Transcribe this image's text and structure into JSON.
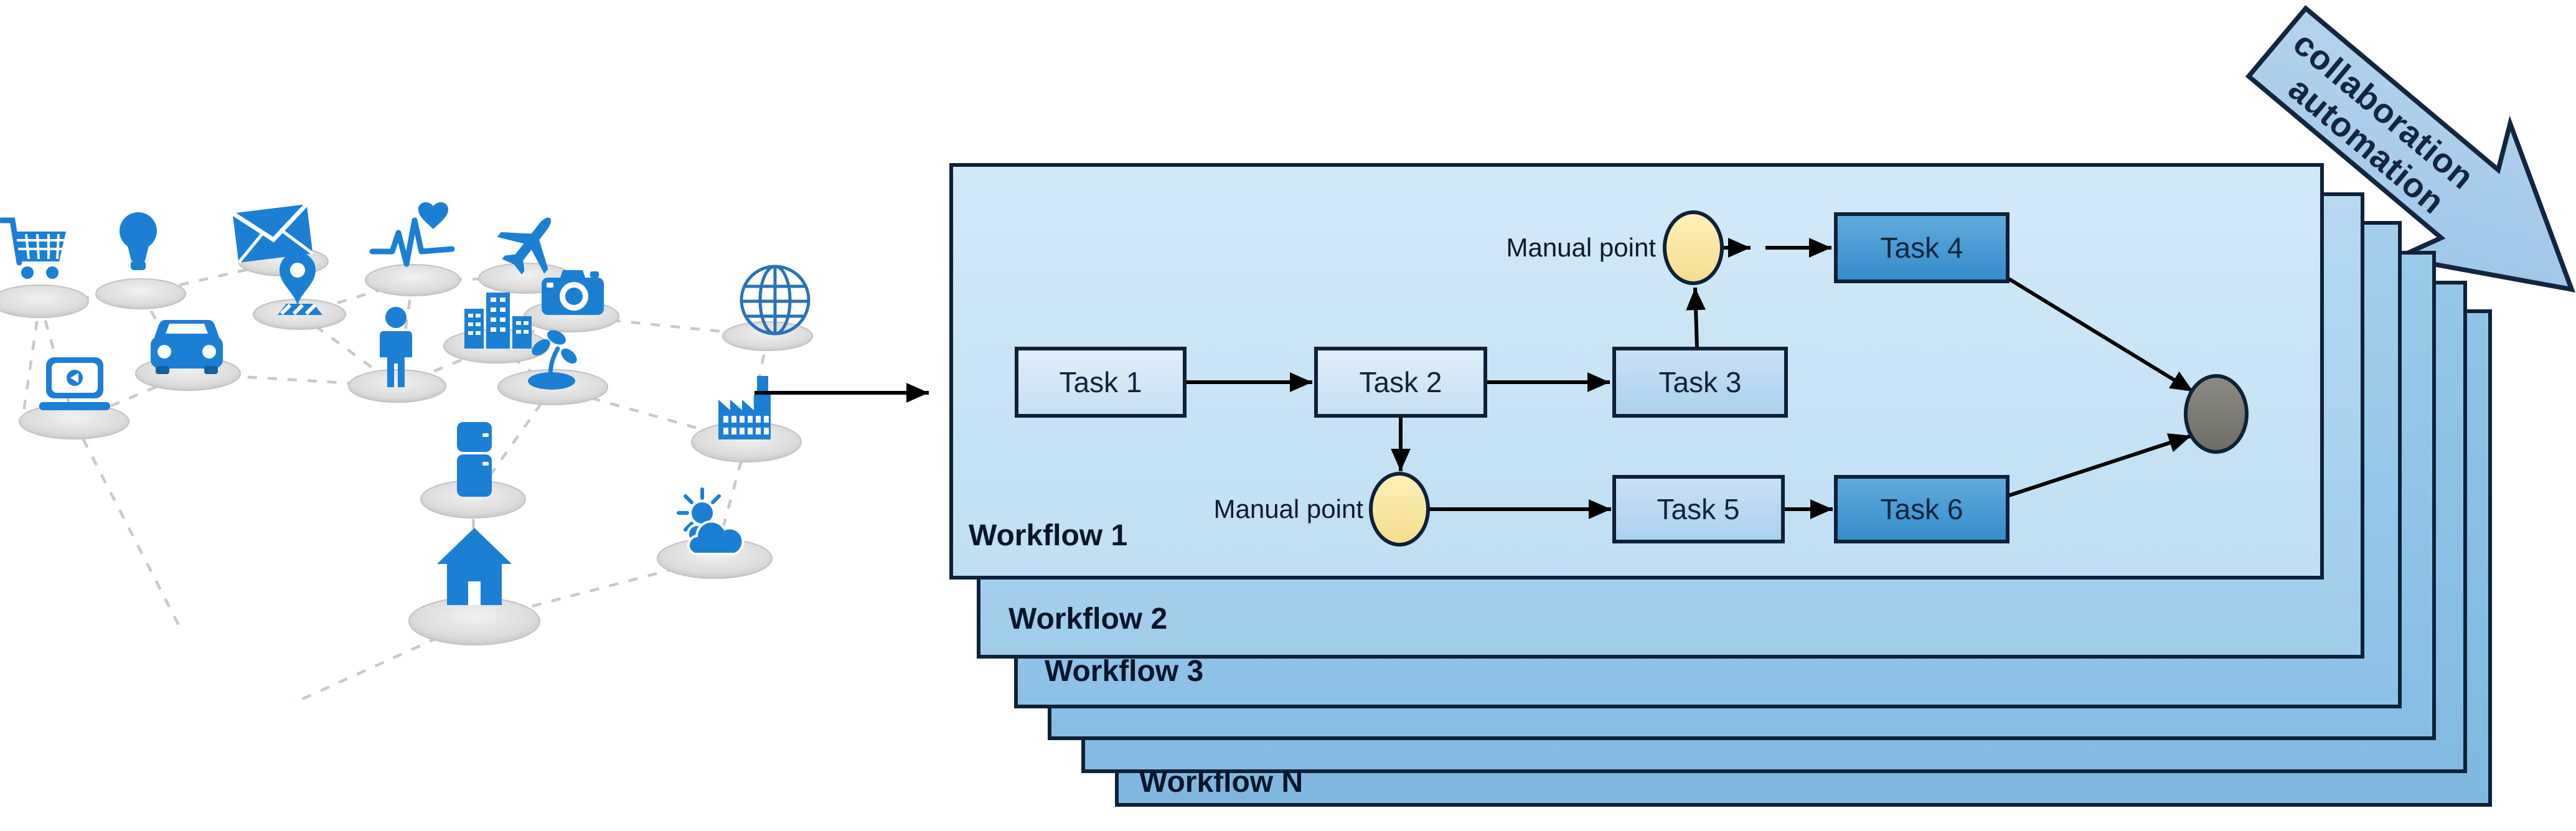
{
  "banner": {
    "line1": "collaboration",
    "line2": "automation"
  },
  "workflow_stack": {
    "panels": [
      {
        "label": "Workflow 1"
      },
      {
        "label": "Workflow 2"
      },
      {
        "label": "Workflow 3"
      },
      {
        "label": ""
      },
      {
        "label": ""
      },
      {
        "label": "Workflow N"
      }
    ]
  },
  "flowchart": {
    "tasks": [
      {
        "label": "Task 1"
      },
      {
        "label": "Task 2"
      },
      {
        "label": "Task 3"
      },
      {
        "label": "Task 4"
      },
      {
        "label": "Task 5"
      },
      {
        "label": "Task 6"
      }
    ],
    "manual_points": [
      {
        "label": "Manual point"
      },
      {
        "label": "Manual point"
      }
    ]
  },
  "network": {
    "icons": [
      "shopping-cart",
      "lightbulb",
      "envelope",
      "map-pin",
      "heartbeat",
      "person",
      "car",
      "laptop",
      "airplane",
      "camera",
      "globe",
      "buildings",
      "plant",
      "factory",
      "refrigerator",
      "sun-cloud",
      "house"
    ]
  },
  "colors": {
    "icon_blue": "#1b7fd4",
    "globe_stroke": "#2a72b8",
    "panel_border": "#0e2138",
    "task_light": "#d8eaf7",
    "task_mid": "#b7d9f1",
    "task_dark": "#3e97d4",
    "manual_point_fill": "#fbe8a3",
    "end_node_fill": "#7c7c74",
    "banner_fill": "#a9cdea",
    "banner_text": "#13263f",
    "dashed_line": "#c9c9c9",
    "platform_gray": "#d8d8d8",
    "arrow_black": "#000000"
  }
}
